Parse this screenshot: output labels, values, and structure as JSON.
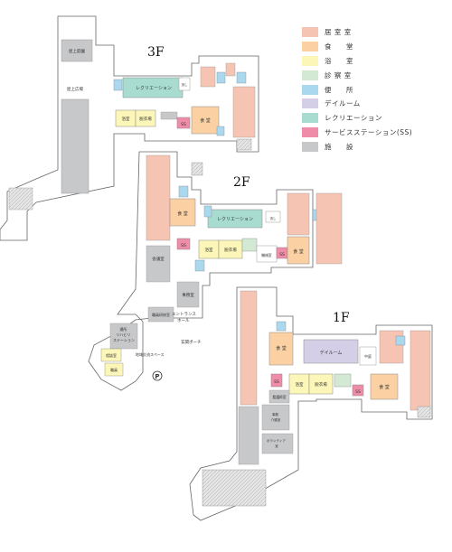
{
  "floors": {
    "f3": {
      "title": "3F",
      "rooms": {
        "roof_garden": "屋上庭園",
        "roof_plaza": "屋上広場",
        "recreation": "レクリエーション",
        "dining": "食 堂",
        "bath": "浴室",
        "sub_bath": "脱衣場",
        "ss": "SS",
        "sink": "流し"
      }
    },
    "f2": {
      "title": "2F",
      "rooms": {
        "dining": "食 堂",
        "recreation": "レクリエーション",
        "bath": "浴室",
        "sub_bath": "脱衣場",
        "sink": "流し",
        "ss_left": "SS",
        "ss_right": "SS",
        "conference": "会議室",
        "machine": "機械室",
        "admin": "事務室",
        "dining2": "食 堂",
        "clinic": "診察室"
      }
    },
    "f1": {
      "title": "1F",
      "rooms": {
        "dining": "食 堂",
        "dayroom": "デイルーム",
        "courtyard": "中庭",
        "bath": "浴室",
        "sub_bath": "脱衣場",
        "ss_left": "SS",
        "ss_right": "SS",
        "nurse": "看護師室",
        "dining2": "食 堂",
        "office_area": "事務\n介護室",
        "volunteer": "ボランティア\n室",
        "rehab": "通所\nリハビリ\nステーション",
        "consult": "相談室",
        "staff": "職員",
        "entrance": "エントランス\nホール",
        "porch": "玄関ポーチ",
        "community": "地域交流スペース",
        "parking": "P",
        "shelf": "職員研修室"
      }
    }
  },
  "legend": [
    {
      "label": "居 室 室",
      "color": "#f6c4b2"
    },
    {
      "label": "食　　堂",
      "color": "#fbd1a4"
    },
    {
      "label": "浴　　室",
      "color": "#fcf7b8"
    },
    {
      "label": "診 察 室",
      "color": "#d3e9d4"
    },
    {
      "label": "便　　所",
      "color": "#a9d8ef"
    },
    {
      "label": "デイルーム",
      "color": "#d4cfe6"
    },
    {
      "label": "レクリエーション",
      "color": "#a8dcd1"
    },
    {
      "label": "サービスステーション(SS)",
      "color": "#ef8ca8"
    },
    {
      "label": "施　　設",
      "color": "#c7c8ca"
    }
  ],
  "colors": {
    "outline": "#666666",
    "room": "#f6c4b2",
    "dining": "#fbd1a4",
    "bath": "#fcf7b8",
    "clinic": "#d3e9d4",
    "toilet": "#a9d8ef",
    "dayroom": "#d4cfe6",
    "recreation": "#a8dcd1",
    "ss": "#ef8ca8",
    "facility": "#c7c8ca"
  }
}
